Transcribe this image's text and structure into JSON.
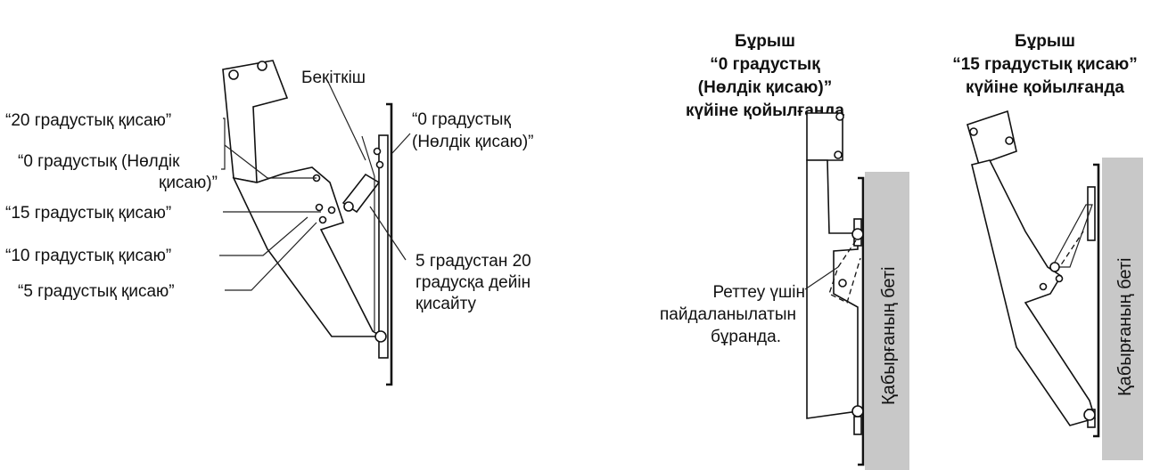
{
  "left_labels": {
    "tilt20": "“20 градустық қисаю”",
    "tilt0_line1": "“0 градустық (Нөлдік",
    "tilt0_line2": "қисаю)”",
    "tilt15": "“15 градустық қисаю”",
    "tilt10": "“10 градустық қисаю”",
    "tilt5": "“5 градустық қисаю”",
    "fastener": "Бекіткіш",
    "zero_tilt_line1": "“0 градустық",
    "zero_tilt_line2": "(Нөлдік қисаю)”",
    "range_line1": "5 градустан 20",
    "range_line2": "градусқа дейін",
    "range_line3": "қисайту"
  },
  "middle": {
    "heading_line1": "Бұрыш",
    "heading_line2": "“0 градустық",
    "heading_line3": "(Нөлдік қисаю)”",
    "heading_line4": "күйіне қойылғанда",
    "screw_line1": "Реттеу үшін",
    "screw_line2": "пайдаланылатын",
    "screw_line3": "бұранда.",
    "wall": "Қабырғаның беті"
  },
  "right": {
    "heading_line1": "Бұрыш",
    "heading_line2": "“15 градустық қисаю”",
    "heading_line3": "күйіне қойылғанда",
    "wall": "Қабырғаның беті"
  },
  "colors": {
    "wall": "#c8c8c8",
    "ink": "#111111"
  }
}
